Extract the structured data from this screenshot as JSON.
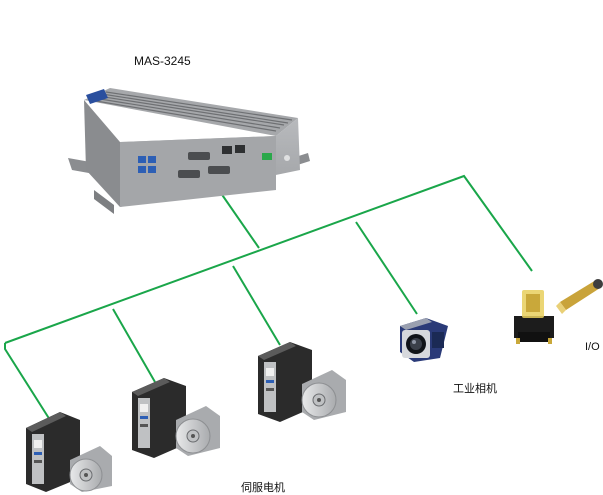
{
  "labels": {
    "controller": "MAS-3245",
    "servo": "伺服电机",
    "camera": "工业相机",
    "io": "I/O"
  },
  "colors": {
    "bus_line": "#1aa64a",
    "device_body": "#9a9c9f",
    "servo_drive": "#2b2b2b",
    "motor_body": "#d4d5d7",
    "camera_lens": "#1b2a55"
  },
  "icons": [
    "industrial-pc-icon",
    "servo-drive-icon",
    "servo-motor-icon",
    "industrial-camera-icon",
    "relay-icon",
    "proximity-sensor-icon"
  ]
}
